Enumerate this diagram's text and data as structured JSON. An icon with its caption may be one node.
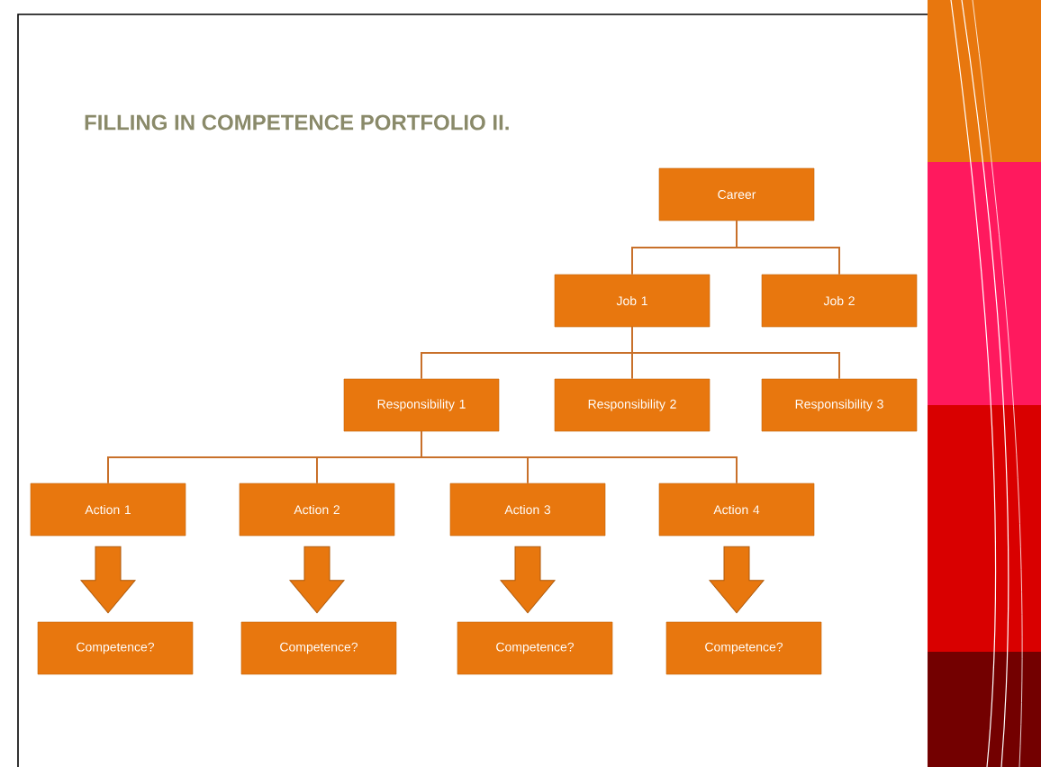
{
  "diagram": {
    "title": "FILLING IN COMPETENCE PORTFOLIO II.",
    "nodes": [
      {
        "text": [
          "Career"
        ]
      },
      {
        "text": [
          "Job 1"
        ]
      },
      {
        "text": [
          "Job 2"
        ]
      },
      {
        "text": [
          "Responsibility 1"
        ]
      },
      {
        "text": [
          "Responsibility 2"
        ]
      },
      {
        "text": [
          "Responsibility 3"
        ]
      },
      {
        "text": [
          "Action 1"
        ]
      },
      {
        "text": [
          "Action 2"
        ]
      },
      {
        "text": [
          "Action 3"
        ]
      },
      {
        "text": [
          "Action 4"
        ]
      },
      {
        "text": [
          "Competence?"
        ]
      },
      {
        "text": [
          "Competence?"
        ]
      },
      {
        "text": [
          "Competence?"
        ]
      },
      {
        "text": [
          "Competence?"
        ]
      }
    ],
    "edges": [
      {
        "from": 0,
        "to": 1,
        "arrow": "none"
      },
      {
        "from": 0,
        "to": 2,
        "arrow": "none"
      },
      {
        "from": 1,
        "to": 3,
        "arrow": "none"
      },
      {
        "from": 1,
        "to": 4,
        "arrow": "none"
      },
      {
        "from": 1,
        "to": 5,
        "arrow": "none"
      },
      {
        "from": 3,
        "to": 6,
        "arrow": "none"
      },
      {
        "from": 3,
        "to": 7,
        "arrow": "none"
      },
      {
        "from": 3,
        "to": 8,
        "arrow": "none"
      },
      {
        "from": 3,
        "to": 9,
        "arrow": "none"
      },
      {
        "from": 6,
        "to": 10,
        "arrow": "to",
        "style": "thick"
      },
      {
        "from": 7,
        "to": 11,
        "arrow": "to",
        "style": "thick"
      },
      {
        "from": 8,
        "to": 12,
        "arrow": "to",
        "style": "thick"
      },
      {
        "from": 9,
        "to": 13,
        "arrow": "to",
        "style": "thick"
      }
    ]
  }
}
